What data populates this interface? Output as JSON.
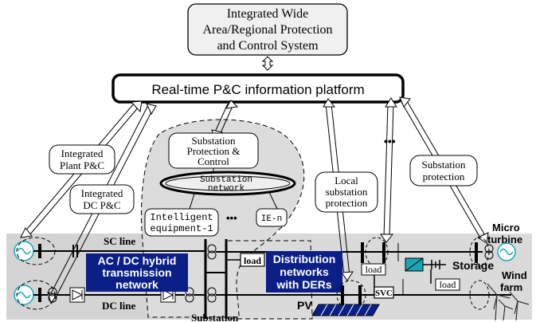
{
  "top_system": {
    "line1": "Integrated Wide",
    "line2": "Area/Regional Protection",
    "line3": "and Control System"
  },
  "platform": {
    "label": "Real-time P&C information platform"
  },
  "callouts": {
    "plant_pc": {
      "line1": "Integrated",
      "line2": "Plant P&C"
    },
    "dc_pc": {
      "line1": "Integrated",
      "line2": "DC P&C"
    },
    "local_sub": {
      "line1": "Local",
      "line2": "substation",
      "line3": "protection"
    },
    "sub_prot": {
      "line1": "Substation",
      "line2": "protection"
    }
  },
  "substation_block": {
    "title_line1": "Substation",
    "title_line2": "Protection &",
    "title_line3": "Control",
    "network_line1": "Substation",
    "network_line2": "network",
    "device_1_line1": "Intelligent",
    "device_1_line2": "equipment-1",
    "device_n": "IE-n",
    "ellipsis": "•••"
  },
  "ellipsis_top_right": "•••",
  "grid": {
    "sc_line": "SC line",
    "dc_line": "DC line",
    "acdc_box": {
      "line1": "AC / DC hybrid",
      "line2": "transmission",
      "line3": "network"
    },
    "dist_box": {
      "line1": "Distribution",
      "line2": "networks",
      "line3": "with DERs"
    },
    "substation_label": "Substation",
    "load_1": "load",
    "load_2": "load",
    "load_3": "load",
    "svc": "SVC",
    "pv": "PV",
    "storage": "Storage",
    "micro_turbine_line1": "Micro",
    "micro_turbine_line2": "turbine",
    "wind_farm_line1": "Wind",
    "wind_farm_line2": "farm"
  },
  "colors": {
    "panel_bg": "#d4d4d4",
    "navy_box": "#0b1f86",
    "teal": "#1aa7b5"
  }
}
